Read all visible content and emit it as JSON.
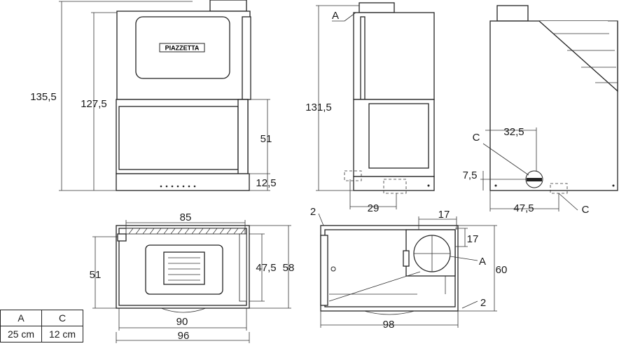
{
  "front_view": {
    "logo": "PIAZZETTA",
    "dims": {
      "total_height": "135,5",
      "body_height": "127,5",
      "door_height": "51",
      "base_height": "12,5"
    }
  },
  "side_view": {
    "label_a": "A",
    "dims": {
      "height": "131,5",
      "outlet_offset": "29"
    }
  },
  "rear_view": {
    "label_c_top": "C",
    "label_c_bottom": "C",
    "dims": {
      "outlet_height": "32,5",
      "outlet_bottom": "7,5",
      "outlet_offset": "47,5"
    }
  },
  "top_view": {
    "dims": {
      "inner_width": "85",
      "depth": "51",
      "inner_depth": "47,5",
      "outer_depth": "58",
      "width_90": "90",
      "width_96": "96"
    }
  },
  "plan_view": {
    "label_a": "A",
    "dims": {
      "offset_2_top": "2",
      "duct_17_h": "17",
      "duct_17_v": "17",
      "depth_60": "60",
      "offset_2_bottom": "2",
      "width_98": "98"
    }
  },
  "legend": {
    "headers": [
      "A",
      "C"
    ],
    "values": [
      "25 cm",
      "12 cm"
    ]
  }
}
